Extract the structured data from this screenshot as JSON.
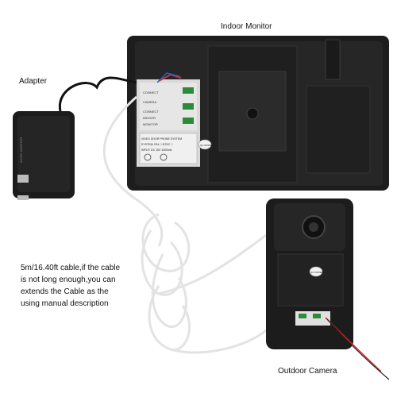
{
  "labels": {
    "indoor_monitor": "Indoor Monitor",
    "adapter": "Adapter",
    "outdoor_camera": "Outdoor Camera",
    "cable_note_line1": "5m/16.40ft cable,if the cable",
    "cable_note_line2": "is not long enough,you can",
    "cable_note_line3": "extends the Cable as the",
    "cable_note_line4": "using manual description"
  },
  "monitor_panel": {
    "port_connect": "CONNECT",
    "port_camera": "CAMERA",
    "port_connect2": "CONNECT",
    "port_indoor": "INDOOR",
    "port_monitor": "MONITOR",
    "spec_title": "VIDEO DOOR PHONE SYSTEM",
    "spec_system": "SYSTEM: PAL □  NTSC □",
    "spec_input": "INPUT: DC 15V 1000mA",
    "badge": "QC PASSED"
  },
  "adapter_body": {
    "label": "AC/DC ADAPTER"
  },
  "camera_body": {
    "badge": "QC PASSED"
  },
  "colors": {
    "device_black": "#1b1b1b",
    "cable_white": "#e8e8e8",
    "wire_red": "#d32020"
  }
}
